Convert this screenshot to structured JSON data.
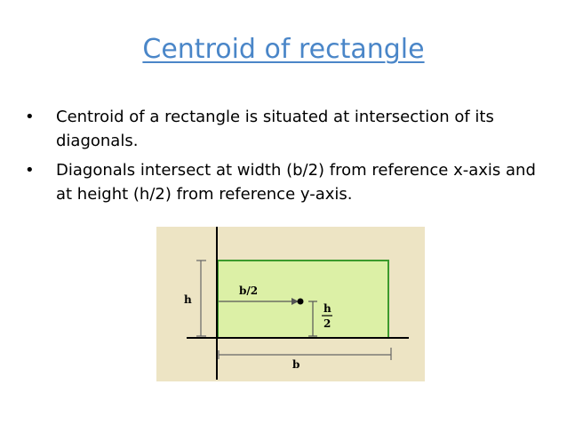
{
  "slide": {
    "title": "Centroid of rectangle",
    "bullet_symbol": "•",
    "bullets": [
      "Centroid of a rectangle is situated at intersection of its diagonals.",
      "Diagonals intersect at width (b/2) from reference x-axis and at height (h/2) from reference y-axis."
    ]
  },
  "figure": {
    "label_h": "h",
    "label_b_half": "b/2",
    "label_h_half_num": "h",
    "label_h_half_den": "2",
    "label_b": "b",
    "colors": {
      "background": "#ede4c4",
      "rectangle_fill": "#dcf0a6",
      "rectangle_stroke": "#3c9a2c",
      "axis": "#000000"
    }
  }
}
